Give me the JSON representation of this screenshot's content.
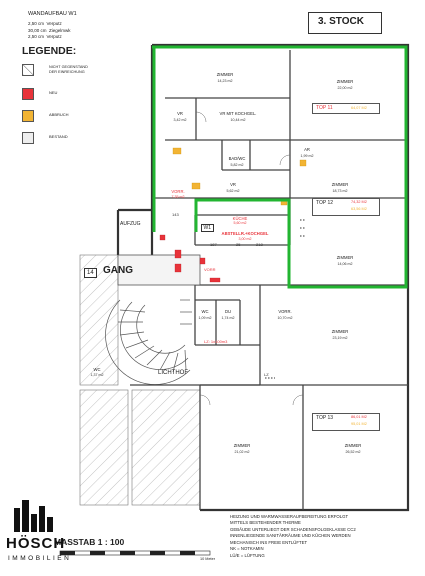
{
  "header": {
    "wall_title": "WANDAUFBAU W1",
    "wall_layers": [
      {
        "thickness": "2,50 cm",
        "material": "Verputz"
      },
      {
        "thickness": "30,00 cm",
        "material": "Ziegelmwk"
      },
      {
        "thickness": "2,50 cm",
        "material": "Verputz"
      }
    ],
    "floor_label": "3. STOCK"
  },
  "legend": {
    "title": "LEGENDE:",
    "items": [
      {
        "label": "NICHT GEGENSTAND DER EINREICHUNG",
        "label_line2": "",
        "color": "#ffffff",
        "hatched": true
      },
      {
        "label": "NEU",
        "label_line2": "",
        "color": "#e8333a",
        "hatched": false
      },
      {
        "label": "ABBRUCH",
        "label_line2": "",
        "color": "#f2b434",
        "hatched": false
      },
      {
        "label": "BESTAND",
        "label_line2": "",
        "color": "#eeeeee",
        "hatched": false
      }
    ]
  },
  "rooms": {
    "zimmer_1": {
      "name": "ZIMMER",
      "area": "14,23 m2"
    },
    "zimmer_2": {
      "name": "ZIMMER",
      "area": "22,00 m2"
    },
    "vr_1": {
      "name": "VR",
      "area": "3,42 m2"
    },
    "vr_kochgel": {
      "name": "VR MIT KOCHGEL.",
      "area": "10,44 m2"
    },
    "bad_wc": {
      "name": "BAD/WC",
      "area": "5,82 m2"
    },
    "ar": {
      "name": "AR",
      "area": "1,99 m2"
    },
    "vr_2": {
      "name": "VR",
      "area": "5,62 m2"
    },
    "zimmer_3": {
      "name": "ZIMMER",
      "area": "18,73 m2"
    },
    "vorr_1": {
      "name": "VORR.",
      "area": "7,35 m2"
    },
    "kueche": {
      "name": "KÜCHE",
      "area": "5,60 m2"
    },
    "abstell": {
      "name": "ABSTELLR.+KOCHGEL",
      "area": "3,00 m2"
    },
    "zimmer_4": {
      "name": "ZIMMER",
      "area": "14,06 m2"
    },
    "wc_1": {
      "name": "WC",
      "area": "1,09 m2"
    },
    "du": {
      "name": "DU",
      "area": "1,74 m2"
    },
    "vorr_2": {
      "name": "VORR.",
      "area": "10,70 m2"
    },
    "zimmer_5": {
      "name": "ZIMMER",
      "area": "23,19 m2"
    },
    "wc_2": {
      "name": "WC",
      "area": "1,37 m2"
    },
    "zimmer_6": {
      "name": "ZIMMER",
      "area": "21,02 m2"
    },
    "zimmer_7": {
      "name": "ZIMMER",
      "area": "26,52 m2"
    }
  },
  "labels": {
    "aufzug": "AUFZUG",
    "gang": "GANG",
    "gang_num": "14",
    "lichthof": "LICHTHOF",
    "w1": "W1",
    "vorr_tag": "VORR",
    "dim_143": "143",
    "dim_187": "187",
    "dim_25": "25",
    "dim_218": "218",
    "lz": "LZ",
    "lz_note": "LZ: 1x100m3"
  },
  "tops": [
    {
      "name": "TOP 11",
      "area_red": "",
      "area_orange": "64,07 M2"
    },
    {
      "name": "TOP 12",
      "area_red": "74,32 M2",
      "area_orange": "63,56 M2"
    },
    {
      "name": "TOP 13",
      "area_red": "86,01 M2",
      "area_orange": "95,01 M2"
    }
  ],
  "notes": [
    "HEIZUNG UND WARMWASSERAUFBEREITUNG ERFOLGT",
    "MITTELS BESTEHENDER THERME",
    "GEBÄUDE UNTERLIEGT DER SCHADENSFOLGEKLASSE CC2",
    "INNENLIEGENDE SANITÄRRÄUME UND KÜCHEN WERDEN",
    "MECHANISCH INS FREIE ENTLÜFTET",
    "NK = NOTKAMIN",
    "LÜ/E = LÜFTUNG"
  ],
  "scale": {
    "label": "MASSTAB 1 : 100",
    "bar_label": "10 Meter"
  },
  "logo": {
    "line1": "HÖSCH",
    "line2": "IMMOBILIEN"
  },
  "colors": {
    "green": "#22b531",
    "red": "#e8333a",
    "orange": "#f2b434"
  }
}
